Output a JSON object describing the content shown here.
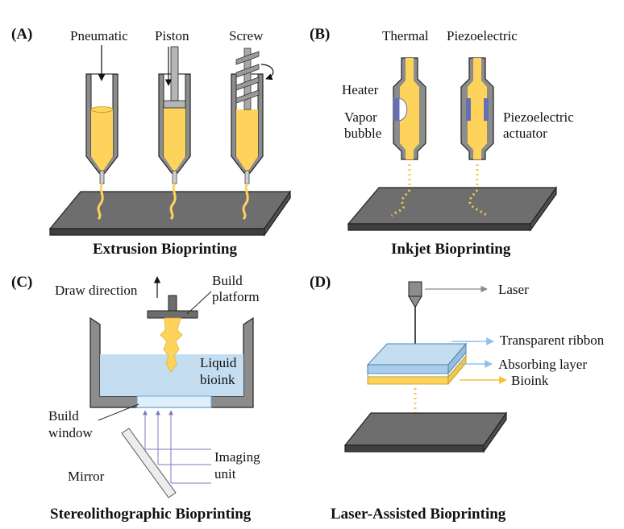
{
  "panels": {
    "a": {
      "label": "(A)",
      "caption": "Extrusion Bioprinting",
      "mechanisms": [
        "Pneumatic",
        "Piston",
        "Screw"
      ]
    },
    "b": {
      "label": "(B)",
      "caption": "Inkjet Bioprinting",
      "types": [
        "Thermal",
        "Piezoelectric"
      ],
      "parts": {
        "heater": "Heater",
        "vapor_bubble": [
          "Vapor",
          "bubble"
        ],
        "piezo_actuator": [
          "Piezoelectric",
          "actuator"
        ]
      }
    },
    "c": {
      "label": "(C)",
      "caption": "Stereolithographic Bioprinting",
      "draw_direction": "Draw direction",
      "build_platform": [
        "Build",
        "platform"
      ],
      "liquid_bioink": [
        "Liquid",
        "bioink"
      ],
      "build_window": [
        "Build",
        "window"
      ],
      "imaging_unit": [
        "Imaging",
        "unit"
      ],
      "mirror": "Mirror"
    },
    "d": {
      "label": "(D)",
      "caption": "Laser-Assisted Bioprinting",
      "laser": "Laser",
      "transparent_ribbon": "Transparent ribbon",
      "absorbing_layer": "Absorbing layer",
      "bioink": "Bioink"
    }
  },
  "colors": {
    "bioink": "#FDD35B",
    "nozzle_body": "#8C8C8C",
    "plate": "#6E6E6E",
    "liquid": "#C5DDF0",
    "actuator": "#6570B3",
    "light_ray": "#8080C8"
  }
}
